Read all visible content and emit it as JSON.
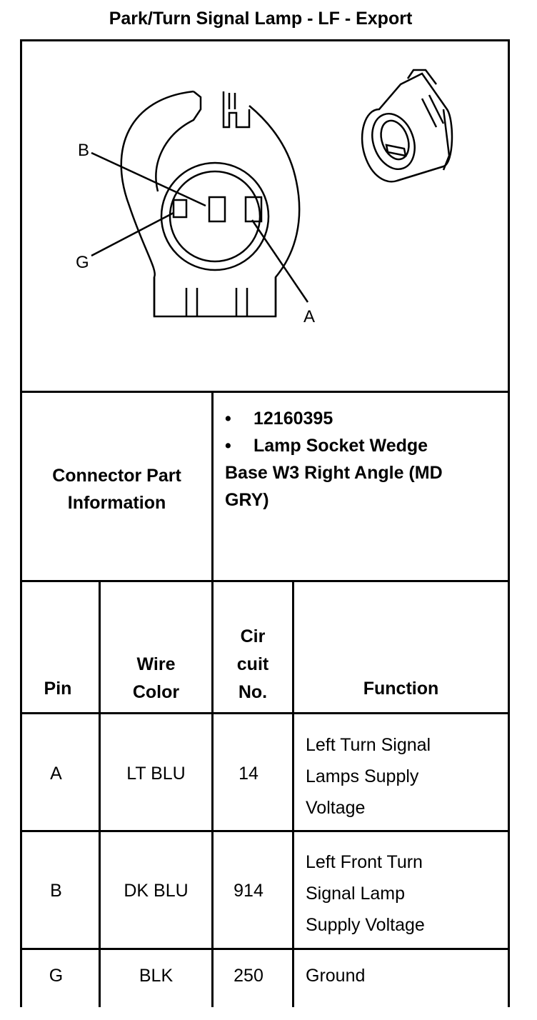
{
  "title": "Park/Turn Signal Lamp - LF - Export",
  "diagram": {
    "labels": {
      "b": "B",
      "g": "G",
      "a": "A"
    }
  },
  "connector_info": {
    "label_line1": "Connector Part",
    "label_line2": "Information",
    "bullet1": "12160395",
    "bullet2_line1": "Lamp Socket Wedge",
    "bullet2_line2": "Base W3 Right Angle (MD",
    "bullet2_line3": "GRY)",
    "bullet_symbol": "•"
  },
  "table": {
    "headers": {
      "pin": "Pin",
      "wire_line1": "Wire",
      "wire_line2": "Color",
      "cir_line1": "Cir",
      "cir_line2": "cuit",
      "cir_line3": "No.",
      "function": "Function"
    },
    "rows": [
      {
        "pin": "A",
        "wire": "LT BLU",
        "circuit": "14",
        "func_line1": "Left Turn Signal",
        "func_line2": "Lamps Supply",
        "func_line3": "Voltage"
      },
      {
        "pin": "B",
        "wire": "DK BLU",
        "circuit": "914",
        "func_line1": "Left Front Turn",
        "func_line2": "Signal Lamp",
        "func_line3": "Supply Voltage"
      },
      {
        "pin": "G",
        "wire": "BLK",
        "circuit": "250",
        "func_line1": "Ground",
        "func_line2": "",
        "func_line3": ""
      }
    ]
  }
}
